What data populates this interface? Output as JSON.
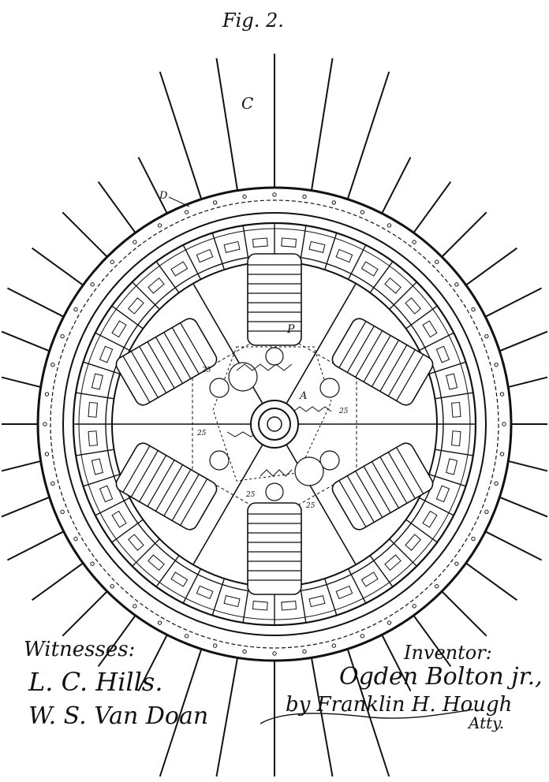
{
  "figure": {
    "title": "Fig. 2.",
    "labels": {
      "c": "C",
      "d": "D",
      "p": "P",
      "a": "A"
    },
    "gear_marks": [
      "25",
      "25",
      "25",
      "25",
      "25"
    ],
    "witnesses": {
      "heading": "Witnesses:",
      "names": [
        "L. C. Hills.",
        "W. S. Van Doan"
      ]
    },
    "inventor": {
      "heading": "Inventor:",
      "name": "Ogden Bolton jr.,",
      "attorney": "by Franklin H. Hough",
      "attorney_title": "Atty."
    }
  }
}
